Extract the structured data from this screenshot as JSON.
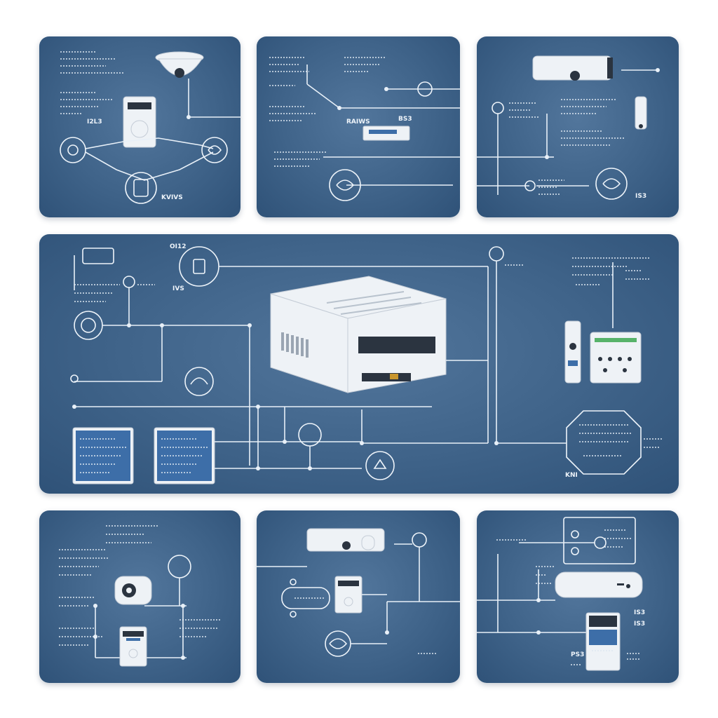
{
  "panels": {
    "p1": {
      "labels": [
        "I2L3",
        "KVIVS"
      ]
    },
    "p2": {
      "labels": [
        "RAIWS",
        "BS3"
      ]
    },
    "p3": {
      "labels": [
        "IS3"
      ]
    },
    "main": {
      "labels": [
        "OI12",
        "IVS",
        "KNI"
      ]
    },
    "p4": {
      "labels": []
    },
    "p5": {
      "labels": []
    },
    "p6": {
      "labels": [
        "IS3",
        "IS3",
        "PS3"
      ]
    }
  },
  "colors": {
    "panel": "#3f6389",
    "line": "#e8f0f8",
    "device": "#eef2f6"
  },
  "icons": [
    "camera-icon",
    "router-icon",
    "fingerprint-icon",
    "face-scan-icon",
    "door-lock-icon",
    "keypad-icon",
    "intercom-icon"
  ]
}
